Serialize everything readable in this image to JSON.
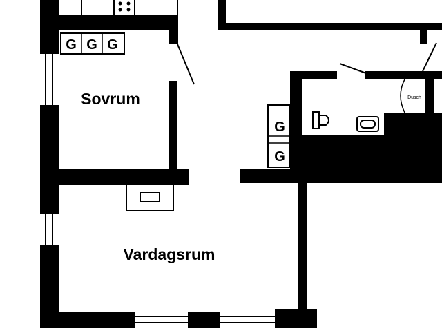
{
  "rooms": {
    "bedroom": "Sovrum",
    "living_room": "Vardagsrum",
    "shower": "Dusch"
  },
  "wardrobes": {
    "bedroom": [
      "G",
      "G",
      "G"
    ],
    "hall": [
      "G",
      "G"
    ]
  },
  "icons": {
    "stove": "stove-icon",
    "toilet": "toilet-icon",
    "sink": "sink-icon",
    "fireplace": "fireplace-icon"
  }
}
